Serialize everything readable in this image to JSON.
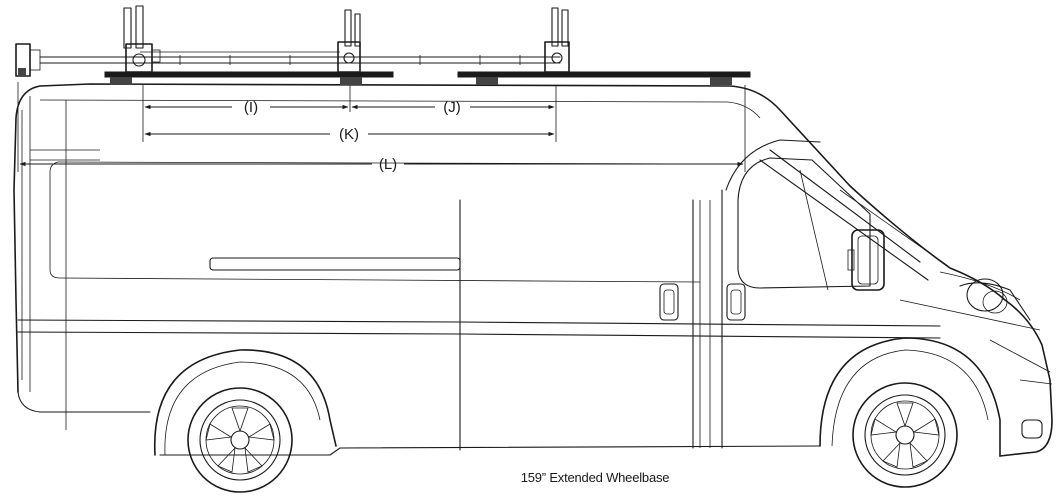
{
  "dimensions": {
    "i": "(I)",
    "j": "(J)",
    "k": "(K)",
    "l": "(L)"
  },
  "caption": "159” Extended Wheelbase",
  "colors": {
    "line": "#1a1a1a",
    "background": "#ffffff"
  }
}
